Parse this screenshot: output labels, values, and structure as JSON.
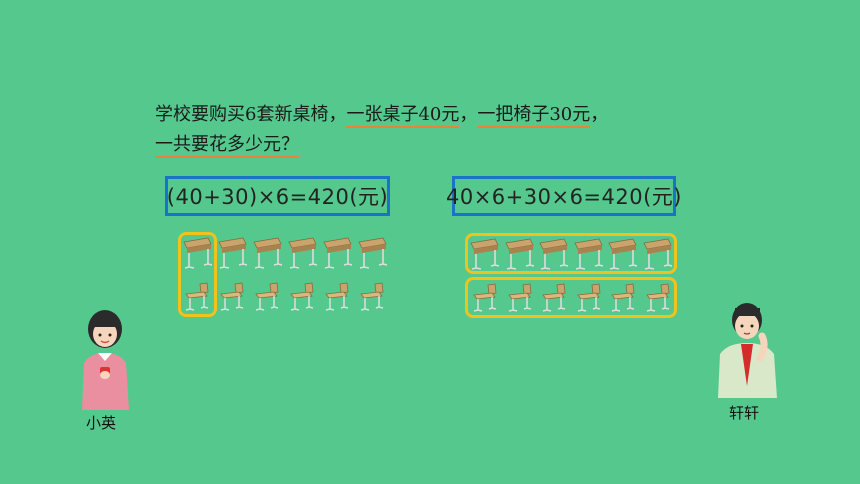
{
  "problem": {
    "part1": "学校要购买6套新桌椅，",
    "part2": "一张桌子40元",
    "part3": "，",
    "part4": "一把椅子30元",
    "part5": "，",
    "part6": "一共要花多少元？"
  },
  "formulas": {
    "left": "(40+30)×6=420(元)",
    "right": "40×6+30×6=420(元)"
  },
  "characters": {
    "girl": "小英",
    "boy": "轩轩"
  },
  "colors": {
    "background": "#55c88e",
    "formula_border": "#1b73c9",
    "highlight": "#f0c21b",
    "underline": "#e8833a"
  },
  "groups": {
    "left_desks": 6,
    "left_chairs": 6,
    "right_desks": 6,
    "right_chairs": 6
  }
}
